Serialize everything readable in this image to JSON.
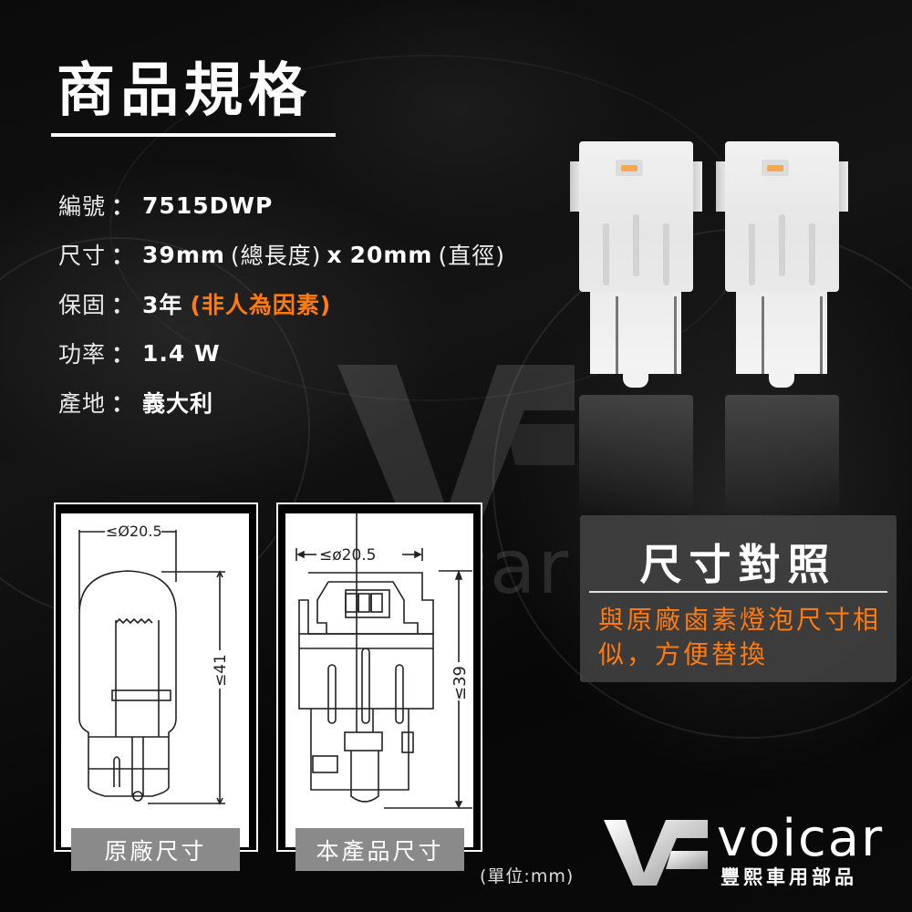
{
  "header": {
    "title": "商品規格"
  },
  "specs": [
    {
      "label": "編號",
      "value": "7515DWP"
    },
    {
      "label": "尺寸",
      "value_parts": [
        "39mm",
        "(總長度)",
        "x",
        "20mm",
        "(直徑)"
      ]
    },
    {
      "label": "保固",
      "value": "3年",
      "note": "(非人為因素)",
      "note_color": "#ff7a10"
    },
    {
      "label": "功率",
      "value": "1.4 W"
    },
    {
      "label": "產地",
      "value": "義大利"
    }
  ],
  "colon": "：",
  "diagrams": {
    "original": {
      "label": "原廠尺寸",
      "diameter": "≤Ø20.5",
      "length": "≤41"
    },
    "product": {
      "label": "本產品尺寸",
      "diameter": "≤ø20.5",
      "length": "≤39"
    },
    "unit_note": "(單位:mm)"
  },
  "compare": {
    "title": "尺寸對照",
    "text": "與原廠鹵素燈泡尺寸相似，方便替換",
    "text_color": "#ff7a10"
  },
  "brand": {
    "name": "voicar",
    "subtitle": "豐熙車用部品",
    "mark": "VC",
    "watermark_text": "car"
  },
  "colors": {
    "accent": "#ff7a10",
    "label_bg": "#8a8a8a",
    "panel_bg": "#464646"
  }
}
